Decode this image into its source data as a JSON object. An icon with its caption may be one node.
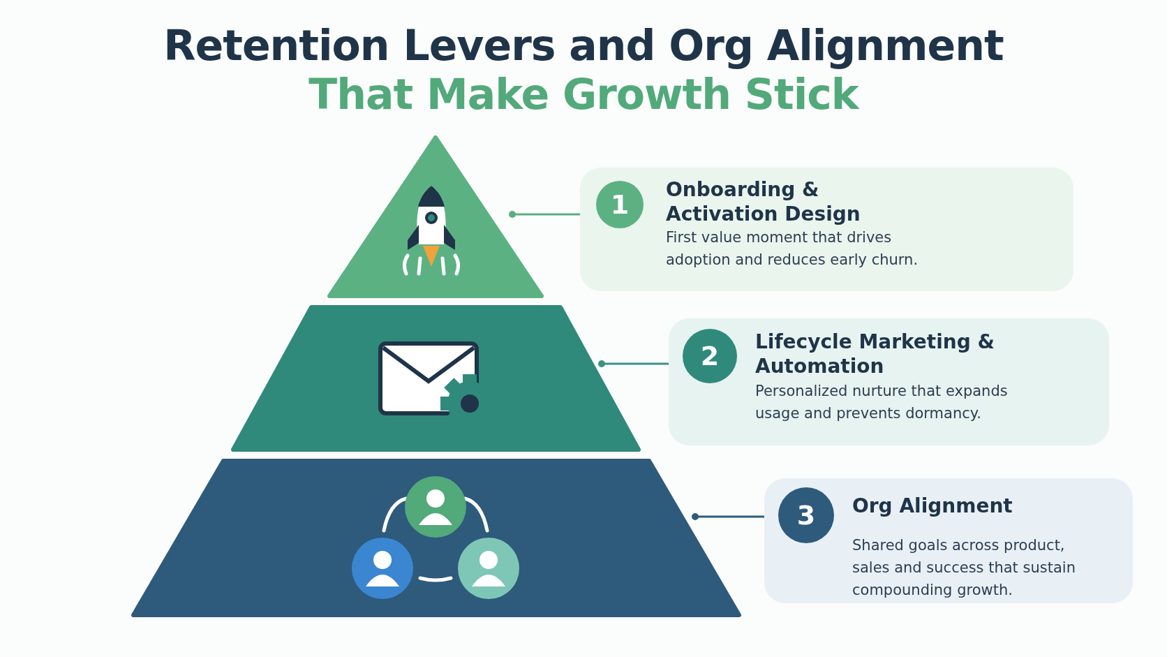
{
  "diagram": {
    "title": "Retention Levers and Org Alignment That Make Growth Stick",
    "nodes": [
      {
        "text": [],
        "shape": "triangle"
      },
      {
        "text": [
          "Onboarding & Activation Design",
          "First value moment that drives adoption and reduces early churn."
        ]
      },
      {
        "text": [
          "1"
        ],
        "in": 1
      },
      {
        "text": [],
        "shape": "trapezium"
      },
      {
        "text": [
          "Lifecycle Marketing & Automation",
          "Personalized nurture that expands usage and prevents dormancy."
        ]
      },
      {
        "text": [
          "2"
        ],
        "in": 4
      },
      {
        "text": [],
        "shape": "trapezium"
      },
      {
        "text": [
          "Org Alignment",
          "Shared goals across product, sales and success that sustain compounding growth."
        ]
      },
      {
        "text": [
          "3"
        ],
        "in": 7
      }
    ],
    "edges": [
      {
        "from": 0,
        "to": 1,
        "arrow": "other"
      },
      {
        "from": 3,
        "to": 4,
        "arrow": "other"
      },
      {
        "from": 6,
        "to": 7,
        "arrow": "other"
      }
    ]
  }
}
